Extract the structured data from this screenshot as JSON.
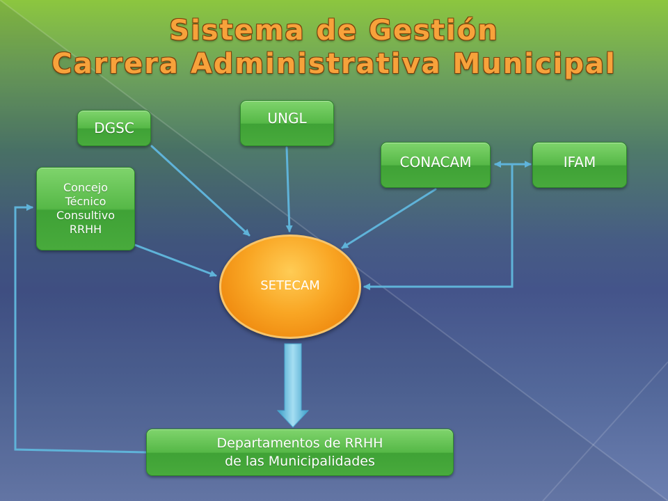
{
  "title": {
    "line1": "Sistema de Gestión",
    "line2": "Carrera Administrativa Municipal"
  },
  "nodes": {
    "dgsc": "DGSC",
    "ungl": "UNGL",
    "conacam": "CONACAM",
    "ifam": "IFAM",
    "concejo": [
      "Concejo",
      "Técnico",
      "Consultivo",
      "RRHH"
    ],
    "setecam": "SETECAM",
    "departamentos": [
      "Departamentos de RRHH",
      "de las Municipalidades"
    ]
  },
  "edges": [
    {
      "from": "DGSC",
      "to": "SETECAM"
    },
    {
      "from": "UNGL",
      "to": "SETECAM"
    },
    {
      "from": "CONACAM",
      "to": "SETECAM"
    },
    {
      "from": "CONACAM",
      "to": "IFAM",
      "bidirectional": true
    },
    {
      "from": "IFAM",
      "to": "SETECAM"
    },
    {
      "from": "Concejo Técnico Consultivo RRHH",
      "to": "SETECAM"
    },
    {
      "from": "SETECAM",
      "to": "Departamentos de RRHH de las Municipalidades"
    },
    {
      "from": "Departamentos de RRHH de las Municipalidades",
      "to": "Concejo Técnico Consultivo RRHH"
    }
  ],
  "colors": {
    "box_green": "#56b847",
    "ellipse_orange": "#f9a624",
    "arrow_blue": "#5fb3d9",
    "title_orange": "#f7a23b"
  }
}
